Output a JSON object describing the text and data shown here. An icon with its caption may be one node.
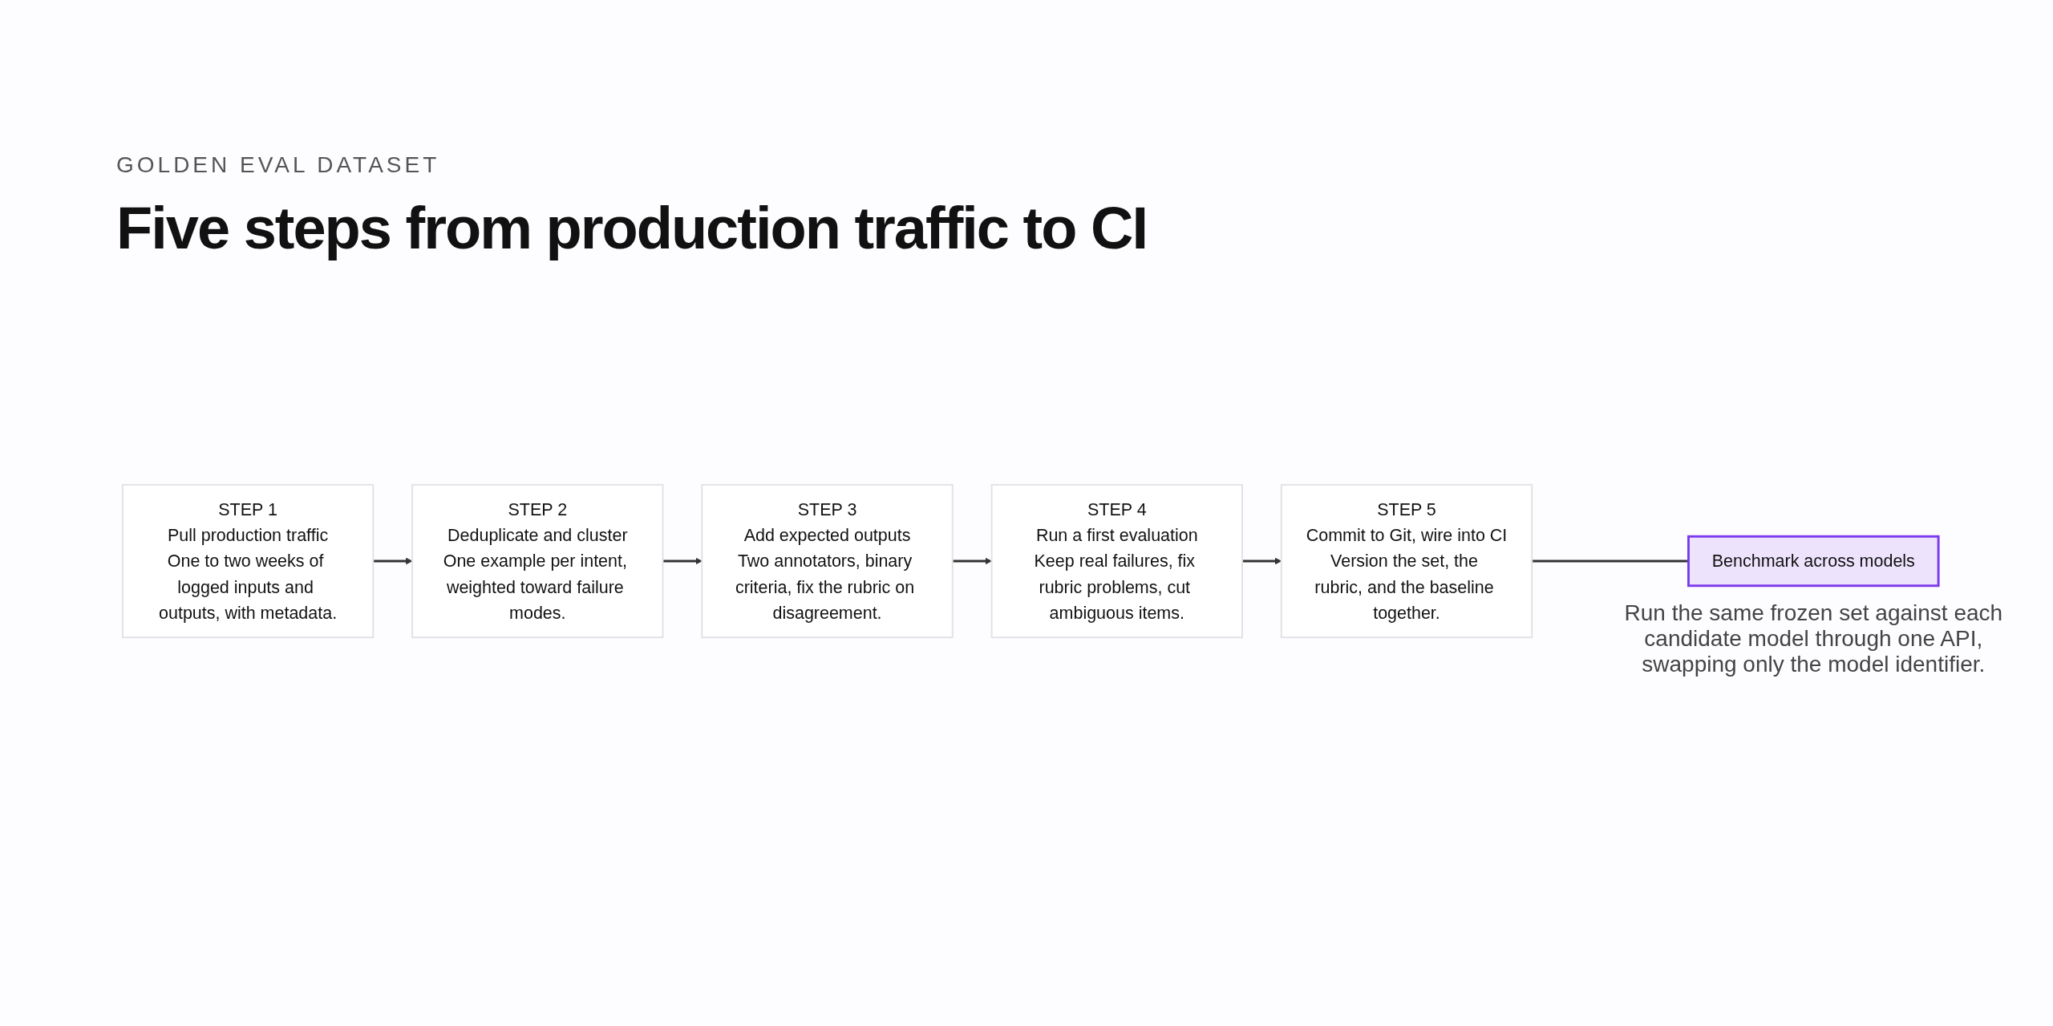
{
  "diagram": {
    "title": "Five steps from production traffic to CI",
    "nodes": [
      {
        "text": [
          "STEP 1",
          "Pull production traffic",
          "One to two weeks of logged inputs and outputs, with metadata."
        ]
      },
      {
        "text": [
          "STEP 2",
          "Deduplicate and cluster",
          "One example per intent, weighted toward failure modes."
        ]
      },
      {
        "text": [
          "STEP 3",
          "Add expected outputs",
          "Two annotators, binary criteria, fix the rubric on disagreement."
        ]
      },
      {
        "text": [
          "STEP 4",
          "Run a first evaluation",
          "Keep real failures, fix rubric problems, cut ambiguous items."
        ]
      },
      {
        "text": [
          "STEP 5",
          "Commit to Git, wire into CI",
          "Version the set, the rubric, and the baseline together."
        ]
      },
      {
        "text": [
          "Benchmark across models"
        ],
        "beside": [
          "Run the same frozen set against each candidate model through one API, swapping only the model identifier."
        ]
      }
    ],
    "edges": [
      {
        "from": 0,
        "to": 1,
        "arrow": "to"
      },
      {
        "from": 1,
        "to": 2,
        "arrow": "to"
      },
      {
        "from": 2,
        "to": 3,
        "arrow": "to"
      },
      {
        "from": 3,
        "to": 4,
        "arrow": "to"
      },
      {
        "from": 4,
        "to": 5,
        "arrow": "none"
      }
    ],
    "labels": [
      "GOLDEN EVAL DATASET"
    ]
  }
}
